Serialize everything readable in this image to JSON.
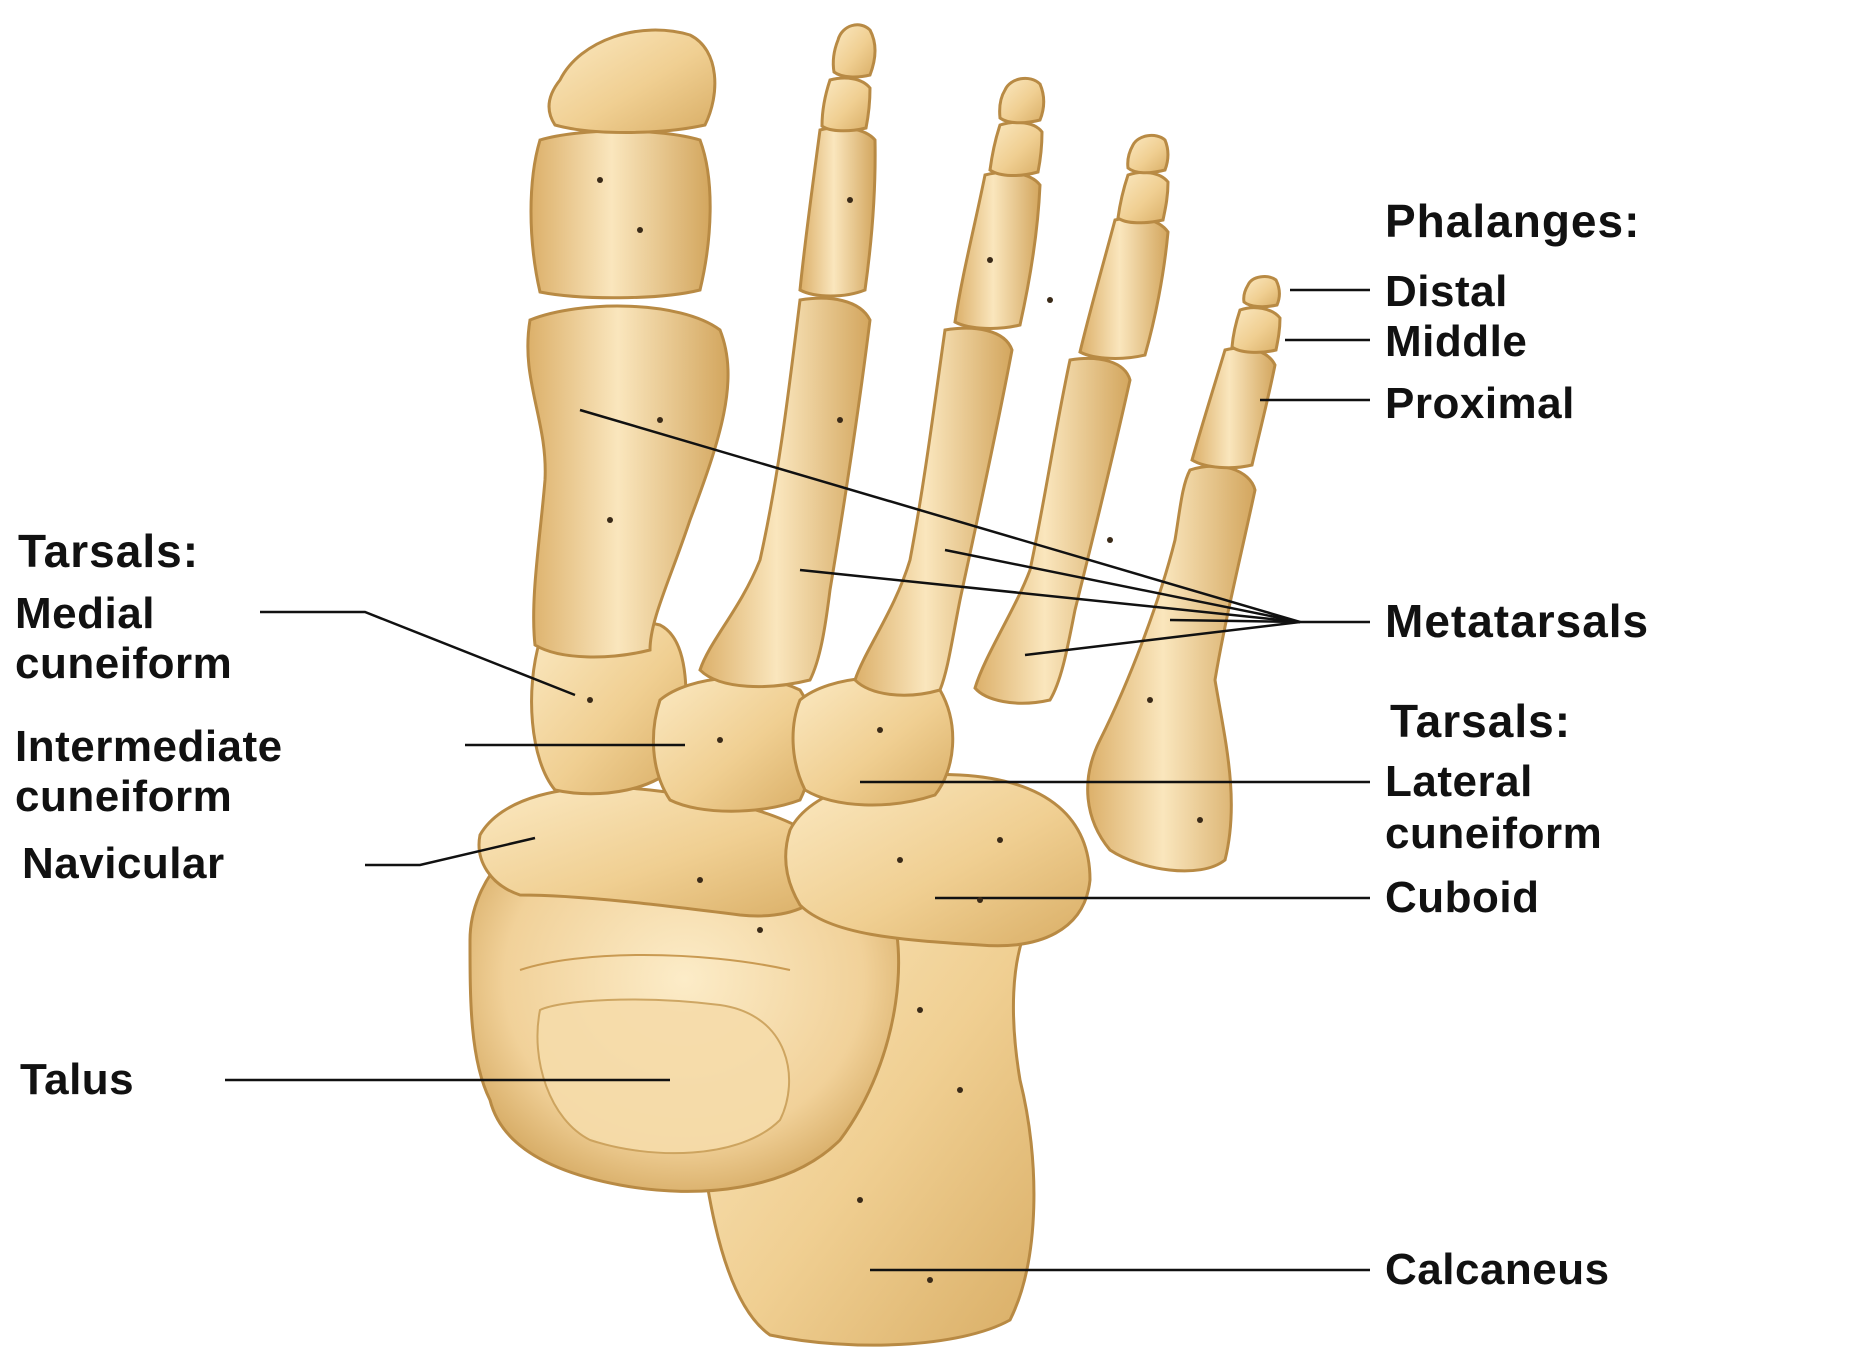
{
  "colors": {
    "bone_fill": "#f2d49a",
    "bone_light": "#fbe9c2",
    "bone_shadow": "#d6ab62",
    "bone_outline": "#b88a44",
    "leader_line": "#111111",
    "text": "#111111"
  },
  "left_labels": {
    "header": "Tarsals:",
    "medial": [
      "Medial",
      "cuneiform"
    ],
    "intermediate": [
      "Intermediate",
      "cuneiform"
    ],
    "navicular": "Navicular",
    "talus": "Talus"
  },
  "right_labels": {
    "phalanges_header": "Phalanges:",
    "distal": "Distal",
    "middle": "Middle",
    "proximal": "Proximal",
    "metatarsals": "Metatarsals",
    "tarsals_header": "Tarsals:",
    "lateral": [
      "Lateral",
      "cuneiform"
    ],
    "cuboid": "Cuboid",
    "calcaneus": "Calcaneus"
  }
}
